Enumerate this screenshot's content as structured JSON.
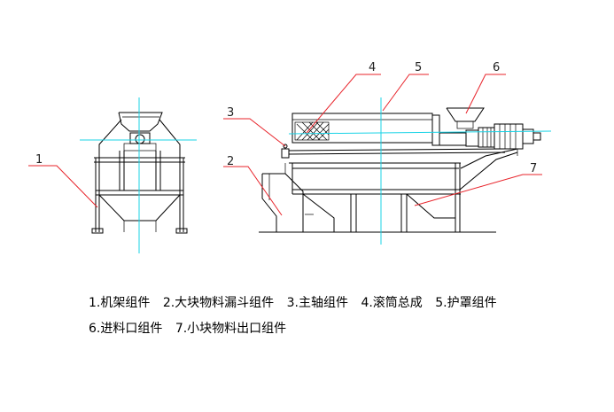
{
  "callouts": [
    "1",
    "2",
    "3",
    "4",
    "5",
    "6",
    "7"
  ],
  "legend": {
    "line1": [
      "1.机架组件",
      "2.大块物料漏斗组件",
      "3.主轴组件",
      "4.滚筒总成",
      "5.护罩组件"
    ],
    "line2": [
      "6.进料口组件",
      "7.小块物料出口组件"
    ]
  },
  "colors": {
    "line": "#000000",
    "centerline": "#19d3e6",
    "leader": "#e8232a"
  }
}
